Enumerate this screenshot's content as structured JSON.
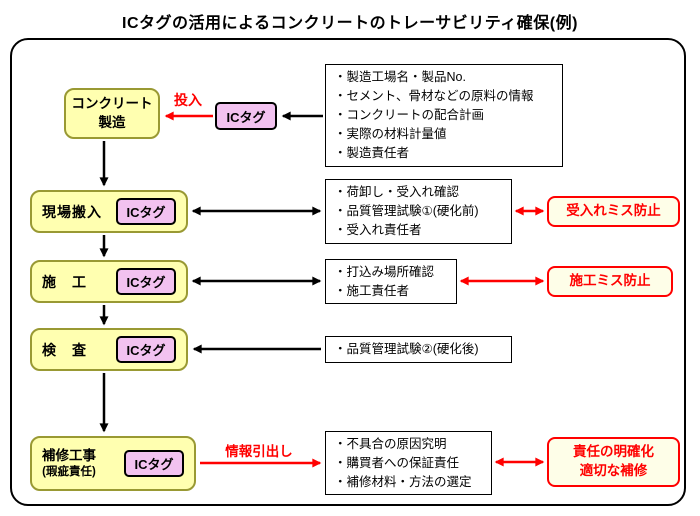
{
  "title": "ICタグの活用によるコンクリートのトレーサビリティ確保(例)",
  "ic_tag": "ICタグ",
  "stages": {
    "manufacturing": {
      "line1": "コンクリート",
      "line2": "製造"
    },
    "delivery": {
      "label": "現場搬入"
    },
    "construction": {
      "label": "施　工"
    },
    "inspection": {
      "label": "検　査"
    },
    "repair": {
      "line1": "補修工事",
      "line2": "(瑕疵責任)"
    }
  },
  "arrow_labels": {
    "input": "投入",
    "retrieve": "情報引出し"
  },
  "info_boxes": {
    "manufacturing": [
      "・製造工場名・製品No.",
      "・セメント、骨材などの原料の情報",
      "・コンクリートの配合計画",
      "・実際の材料計量値",
      "・製造責任者"
    ],
    "delivery": [
      "・荷卸し・受入れ確認",
      "・品質管理試験①(硬化前)",
      "・受入れ責任者"
    ],
    "construction": [
      "・打込み場所確認",
      "・施工責任者"
    ],
    "inspection": [
      "・品質管理試験②(硬化後)"
    ],
    "repair": [
      "・不具合の原因究明",
      "・購買者への保証責任",
      "・補修材料・方法の選定"
    ]
  },
  "results": {
    "delivery": "受入れミス防止",
    "construction": "施工ミス防止",
    "repair_line1": "責任の明確化",
    "repair_line2": "適切な補修"
  },
  "colors": {
    "stage_fill": "#FFFFB0",
    "stage_border": "#999933",
    "ictag_fill": "#F2C2F0",
    "accent_red": "#FF0000"
  }
}
